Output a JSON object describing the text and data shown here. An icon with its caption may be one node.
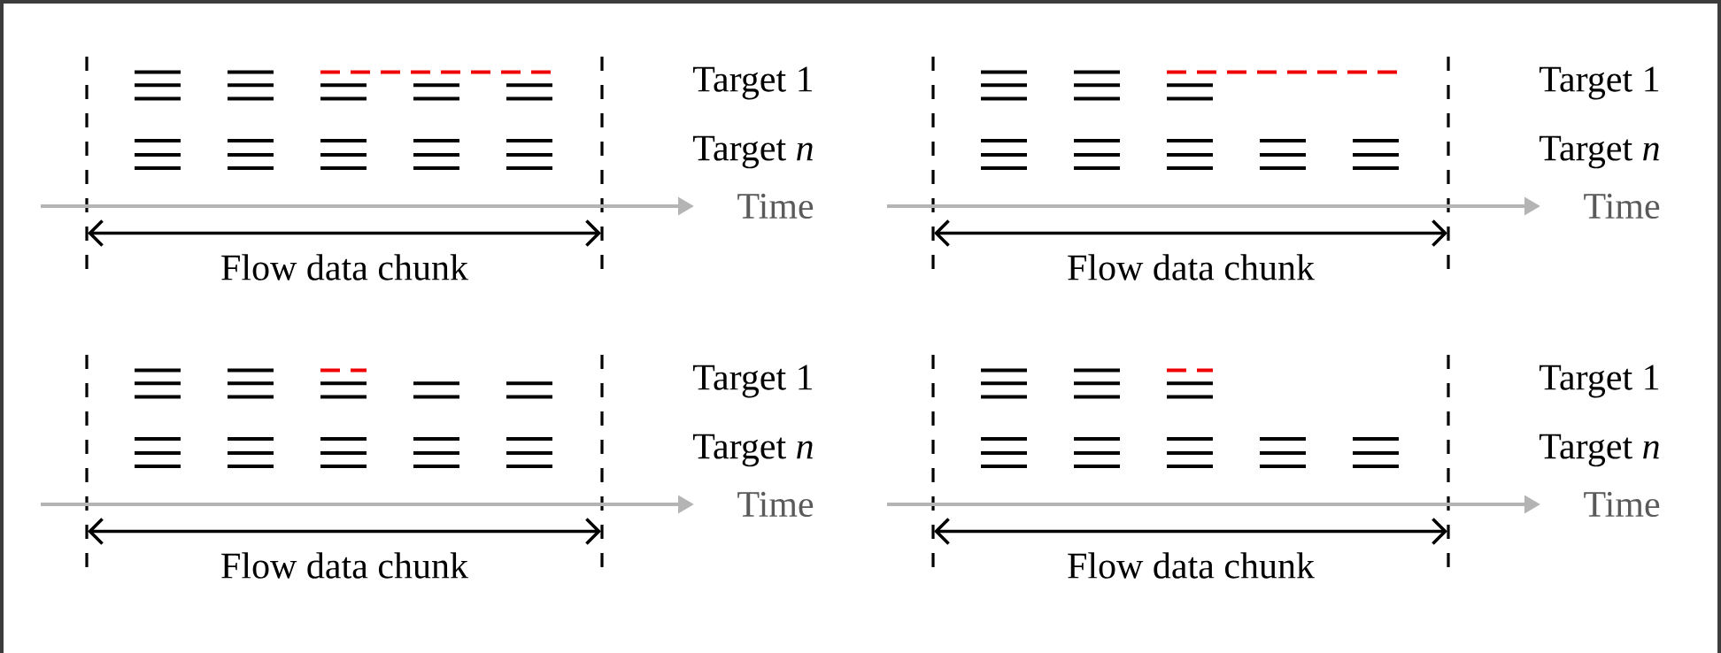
{
  "diagram": {
    "labels": [
      "Target 1",
      "Target *n*",
      "Time",
      "Flow data chunk",
      "Target 1",
      "Target *n*",
      "Time",
      "Flow data chunk",
      "Target 1",
      "Target *n*",
      "Time",
      "Flow data chunk",
      "Target 1",
      "Target *n*",
      "Time",
      "Flow data chunk"
    ]
  }
}
